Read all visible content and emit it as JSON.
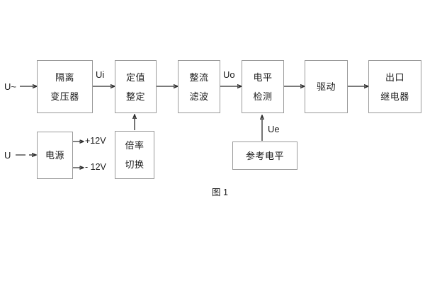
{
  "figure": {
    "caption": "图 1",
    "background": "#ffffff",
    "box_border_color": "#9a9a9a",
    "line_color": "#2b2b2b",
    "text_color": "#1a1a1a"
  },
  "inputs": [
    {
      "name": "ac-input",
      "label": "U~",
      "style": "solid-arrow"
    },
    {
      "name": "dc-input",
      "label": "U",
      "style": "dashed-arrow"
    }
  ],
  "signal_labels": [
    {
      "name": "ui",
      "label": "Ui"
    },
    {
      "name": "uo",
      "label": "Uo"
    },
    {
      "name": "ue",
      "label": "Ue"
    }
  ],
  "supply_rails": [
    {
      "name": "rail-positive",
      "label": "+12V"
    },
    {
      "name": "rail-negative",
      "label": "- 12V"
    }
  ],
  "blocks": {
    "isolation_transformer": {
      "lines": [
        "隔离",
        "变压器"
      ]
    },
    "setting_value": {
      "lines": [
        "定值",
        "整定"
      ]
    },
    "rectify_filter": {
      "lines": [
        "整流",
        "滤波"
      ]
    },
    "level_detection": {
      "lines": [
        "电平",
        "检测"
      ]
    },
    "drive": {
      "lines": [
        "驱动"
      ]
    },
    "output_relay": {
      "lines": [
        "出口",
        "继电器"
      ]
    },
    "power_supply": {
      "lines": [
        "电源"
      ]
    },
    "multiplier_switch": {
      "lines": [
        "倍率",
        "切换"
      ]
    },
    "reference_level": {
      "lines": [
        "参考电平"
      ]
    }
  }
}
